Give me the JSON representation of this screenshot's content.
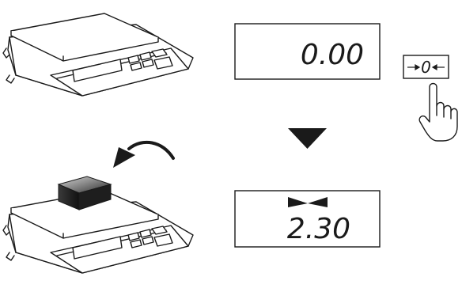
{
  "display_before": {
    "reading": "0.00"
  },
  "zero_key": {
    "symbol": "0",
    "icon": "zero-key-arrows-icon"
  },
  "display_after": {
    "reading": "2.30",
    "stable_indicator": "bowtie-stable-icon"
  },
  "icons": {
    "hand": "pointing-hand-icon",
    "down_arrow": "down-triangle-arrow-icon",
    "curved_arrow": "curved-place-arrow-icon",
    "weight": "weight-block-icon",
    "scale": "bench-scale-icon"
  },
  "colors": {
    "line": "#1a1a1a",
    "fill": "#ffffff",
    "weight_dark": "#2b2b2b",
    "weight_light": "#b9b9b9"
  }
}
